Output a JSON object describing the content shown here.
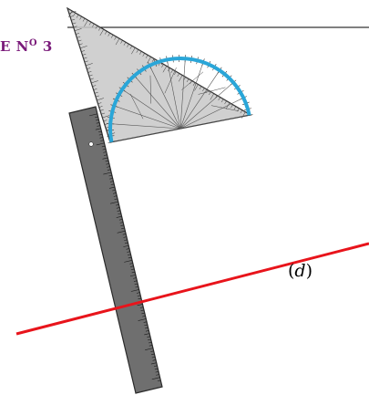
{
  "exercise_heading": {
    "prefix": "E N",
    "sup": "O",
    "suffix": " 3"
  },
  "line_label": {
    "open": "(",
    "name": "d",
    "close": ")"
  },
  "colors": {
    "heading": "#7a1a7a",
    "line_d": "#e8141b",
    "protractor_arc": "#2aa6d8",
    "set_square_fill": "#c8c8c8",
    "ruler_fill": "#6f6f6f"
  },
  "instruments": {
    "set_square": "set-square-with-protractor",
    "ruler": "graduated-ruler"
  }
}
